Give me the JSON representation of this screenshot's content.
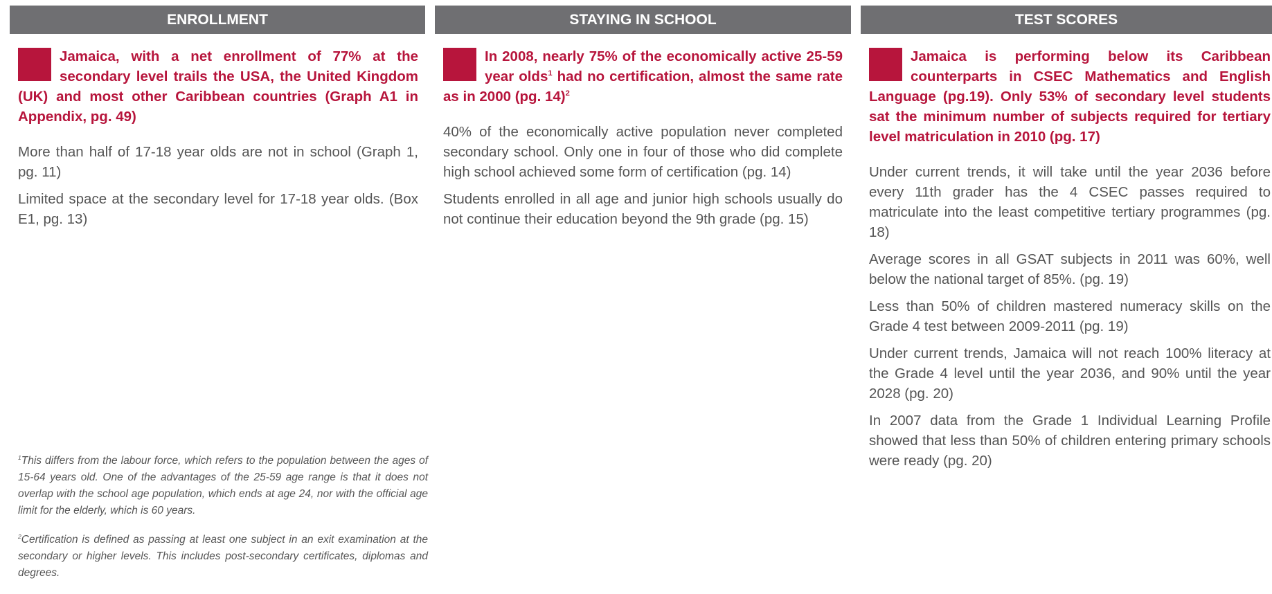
{
  "columns": [
    {
      "header": "ENROLLMENT",
      "lead": "Jamaica, with a net enrollment of 77% at the secondary level trails the USA, the United Kingdom (UK) and most other Caribbean countries (Graph A1 in Appendix, pg. 49)",
      "paragraphs": [
        "More than half of 17-18 year olds are not in school (Graph 1, pg. 11)",
        "Limited space at the secondary level for 17-18 year olds. (Box E1, pg. 13)"
      ]
    },
    {
      "header": "STAYING IN SCHOOL",
      "lead_part1": "In 2008, nearly 75% of the economically active 25-59 year olds",
      "lead_sup1": "1",
      "lead_part2": " had no certification, almost the same rate as in 2000 (pg. 14)",
      "lead_sup2": "2",
      "paragraphs": [
        "40% of the economically active population never completed secondary school. Only one in four of those who did complete high school achieved some form of certification (pg. 14)",
        "Students enrolled in all age and junior high schools usually do not continue their education beyond the 9th grade (pg. 15)"
      ]
    },
    {
      "header": "TEST SCORES",
      "lead": "Jamaica is performing below its Caribbean counterparts in CSEC Mathematics and English Language (pg.19). Only 53% of secondary level students sat the minimum number of subjects required for tertiary level matriculation in 2010 (pg. 17)",
      "paragraphs": [
        "Under current trends, it will take until the year 2036 before every 11th grader has the 4 CSEC passes required to matriculate into the least competitive tertiary programmes (pg. 18)",
        "Average scores in all GSAT subjects in 2011 was 60%, well below the national target of 85%. (pg. 19)",
        "Less than 50% of children mastered numeracy skills on the Grade 4 test between 2009-2011 (pg. 19)",
        "Under current trends, Jamaica will not reach 100% literacy at the Grade 4 level until the year 2036, and 90% until the year 2028 (pg. 20)",
        "In 2007 data from the Grade 1 Individual Learning Profile showed that less than 50% of children entering primary schools were ready (pg. 20)"
      ]
    }
  ],
  "footnotes": [
    {
      "mark": "1",
      "text": "This differs from the labour force, which refers to the population between the ages of 15-64 years old. One of the advantages of the 25-59 age range is that it does not overlap with the school age population, which ends at age 24, nor with the official age limit for the elderly, which is 60 years."
    },
    {
      "mark": "2",
      "text": "Certification is defined as passing at least one subject in an exit examination at the secondary or higher levels. This includes post-secondary certificates, diplomas and degrees."
    }
  ],
  "colors": {
    "header_bg": "#6f6f72",
    "accent": "#b7153c",
    "body_text": "#555555"
  }
}
